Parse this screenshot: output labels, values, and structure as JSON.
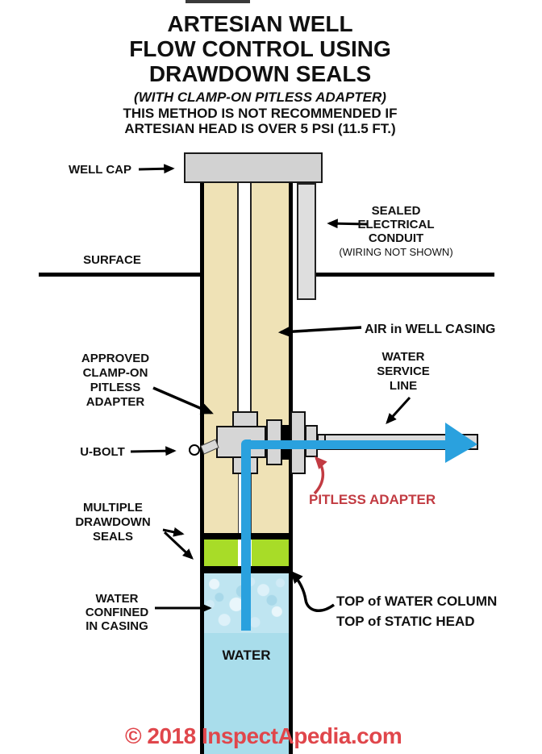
{
  "header": {
    "title_line1": "ARTESIAN WELL",
    "title_line2": "FLOW CONTROL USING",
    "title_line3": "DRAWDOWN SEALS",
    "subtitle": "(WITH CLAMP-ON PITLESS ADAPTER)",
    "warning_line1": "THIS METHOD IS NOT RECOMMENDED IF",
    "warning_line2": "ARTESIAN HEAD IS OVER 5 PSI (11.5 FT.)"
  },
  "labels": {
    "well_cap": "WELL CAP",
    "surface": "SURFACE",
    "conduit_bold": "SEALED\nELECTRICAL\nCONDUIT",
    "conduit_note": "(WIRING NOT SHOWN)",
    "air_in_casing": "AIR in WELL CASING",
    "water_service": "WATER\nSERVICE\nLINE",
    "approved_adapter": "APPROVED\nCLAMP-ON\nPITLESS\nADAPTER",
    "u_bolt": "U-BOLT",
    "pitless_adapter": "PITLESS ADAPTER",
    "drawdown_seals": "MULTIPLE\nDRAWDOWN\nSEALS",
    "water_confined": "WATER\nCONFINED\nIN CASING",
    "top_water_column": "TOP of WATER COLUMN",
    "top_static_head": "TOP of STATIC HEAD",
    "water": "WATER"
  },
  "footer": {
    "copyright": "© 2018 InspectApedia.com"
  },
  "colors": {
    "casing_fill": "#EFE2B6",
    "metal_gray": "#D6D6D6",
    "cap_gray": "#D2D2D2",
    "conduit_gray": "#DEDEDE",
    "seal_green": "#A8DC28",
    "water_flat": "#A9DDEB",
    "water_bubbly_base": "#BFE5F1",
    "pipe_blue": "#2AA1DE",
    "accent_red": "#C23B42",
    "copyright_red": "#E0464B",
    "band_black": "#000000"
  }
}
